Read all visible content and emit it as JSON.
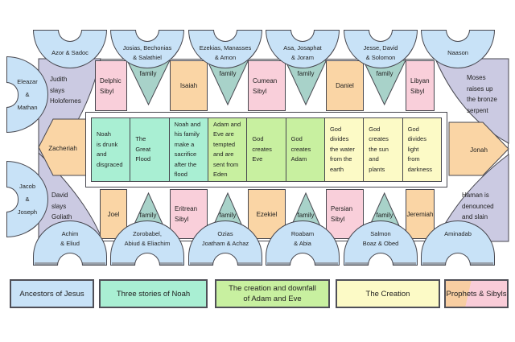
{
  "colors": {
    "blue": "#C8E2F7",
    "lavender": "#CBCAE2",
    "pink": "#F9CFDA",
    "orange": "#FAD5A5",
    "teal": "#A8D2C9",
    "mint": "#A9EFD3",
    "green": "#C8F0A0",
    "yellow": "#FCFAC6",
    "line": "#47474f",
    "text": "#1f1f1f"
  },
  "ceiling": {
    "top_lunettes": [
      "Azor & Sadoc",
      "Josias, Bechonias\n& Salathiel",
      "Ezekias, Manasses\n& Amon",
      "Asa, Josaphat\n& Joram",
      "Jesse, David\n& Solomon",
      "Naason"
    ],
    "left_lunettes": [
      "Eleazar\n&\nMathan",
      "Jacob\n&\nJoseph"
    ],
    "bottom_lunettes": [
      "Achim\n& Eliud",
      "Zorobabel,\nAbiud & Eliachim",
      "Ozias\nJoatham & Achaz",
      "Roabam\n& Abia",
      "Salmon\nBoaz & Obed",
      "Aminadab"
    ],
    "spandrels": {
      "judith": "Judith\nslays\nHolofernes",
      "david": "David\nslays\nGoliath",
      "moses": "Moses\nraises up\nthe bronze\nserpent",
      "haman": "Haman is\ndenounced\nand slain"
    },
    "side_prophets": {
      "left": "Zacheriah",
      "right": "Jonah"
    },
    "top_row": [
      "Delphic\nSibyl",
      "Isaiah",
      "Cumean\nSibyl",
      "Daniel",
      "Libyan\nSibyl"
    ],
    "bottom_row": [
      "Joel",
      "Eritrean\nSibyl",
      "Ezekiel",
      "Persian\nSibyl",
      "Jeremiah"
    ],
    "family_label": "family",
    "panels": [
      {
        "text": "Noah\nis drunk\nand\ndisgraced",
        "color": "#A9EFD3"
      },
      {
        "text": "The\nGreat\nFlood",
        "color": "#A9EFD3"
      },
      {
        "text": "Noah and\nhis family\nmake a\nsacrifice\nafter the\nflood",
        "color": "#A9EFD3"
      },
      {
        "text": "Adam and\nEve are\ntempted\nand are\nsent from\nEden",
        "color": "#C8F0A0"
      },
      {
        "text": "God\ncreates\nEve",
        "color": "#C8F0A0"
      },
      {
        "text": "God\ncreates\nAdam",
        "color": "#C8F0A0"
      },
      {
        "text": "God\ndivides\nthe water\nfrom the\nearth",
        "color": "#FCFAC6"
      },
      {
        "text": "God\ncreates\nthe sun\nand\nplants",
        "color": "#FCFAC6"
      },
      {
        "text": "God\ndivides\nlight\nfrom\ndarkness",
        "color": "#FCFAC6"
      }
    ]
  },
  "legend": {
    "items": [
      {
        "label": "Ancestors of Jesus",
        "color": "#C8E2F7"
      },
      {
        "label": "Three stories of Noah",
        "color": "#A9EFD3"
      },
      {
        "label": "The creation and downfall\nof Adam and Eve",
        "color": "#C8F0A0"
      },
      {
        "label": "The Creation",
        "color": "#FCFAC6"
      },
      {
        "label": "Prophets & Sibyls",
        "color": "linear-gradient(103deg, #F8CEA2 38%, #F9CCD8 38%)"
      }
    ]
  }
}
